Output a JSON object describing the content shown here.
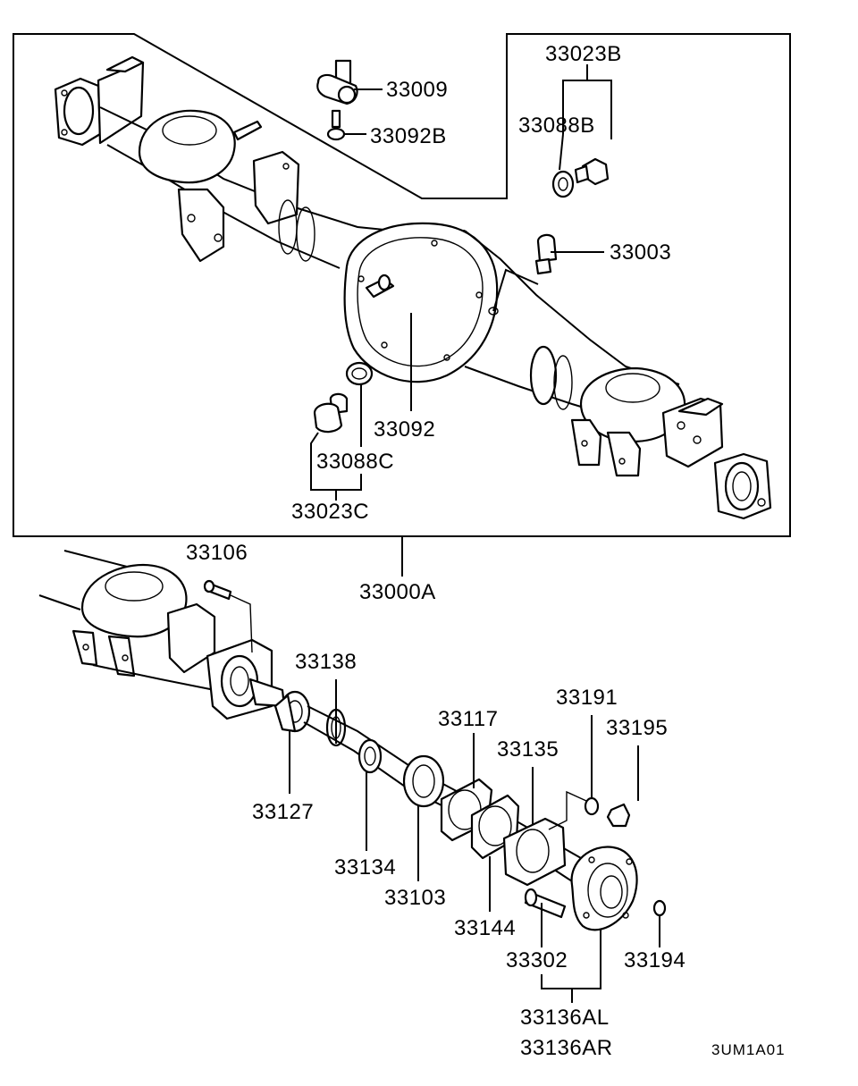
{
  "labels": {
    "p33009": "33009",
    "p33092B": "33092B",
    "p33023B": "33023B",
    "p33088B": "33088B",
    "p33003": "33003",
    "p33092": "33092",
    "p33088C": "33088C",
    "p33023C": "33023C",
    "p33000A": "33000A",
    "p33106": "33106",
    "p33138": "33138",
    "p33127": "33127",
    "p33134": "33134",
    "p33103": "33103",
    "p33117": "33117",
    "p33144": "33144",
    "p33135": "33135",
    "p33191": "33191",
    "p33195": "33195",
    "p33302": "33302",
    "p33194": "33194",
    "p33136AL": "33136AL",
    "p33136AR": "33136AR"
  },
  "diagram_code": "3UM1A01",
  "colors": {
    "line": "#000000",
    "background": "#ffffff"
  }
}
